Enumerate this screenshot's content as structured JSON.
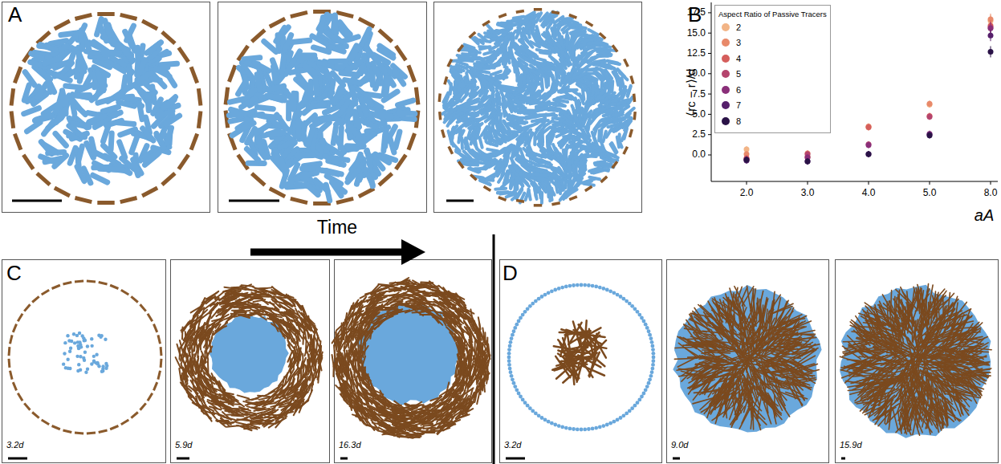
{
  "diagram": {
    "labels": [
      "A",
      "Time",
      "B",
      "Aspect Ratio of Passive Tracers",
      "⟨rc − r⟩/d",
      "aA",
      "0.0",
      "2.5",
      "5.0",
      "7.5",
      "10.0",
      "12.5",
      "15.0",
      "17.5",
      "2.0",
      "3.0",
      "4.0",
      "5.0",
      "8.0",
      "C",
      "3.2d",
      "5.9d",
      "16.3d",
      "D",
      "3.2d",
      "9.0d",
      "15.9d"
    ],
    "legend": [
      {
        "text": "2",
        "color": "#f2b486"
      },
      {
        "text": "3",
        "color": "#e8896a"
      },
      {
        "text": "4",
        "color": "#d55e5c"
      },
      {
        "text": "5",
        "color": "#b5446d"
      },
      {
        "text": "6",
        "color": "#8a2f79"
      },
      {
        "text": "7",
        "color": "#561f6b"
      },
      {
        "text": "8",
        "color": "#2a1247"
      }
    ]
  }
}
